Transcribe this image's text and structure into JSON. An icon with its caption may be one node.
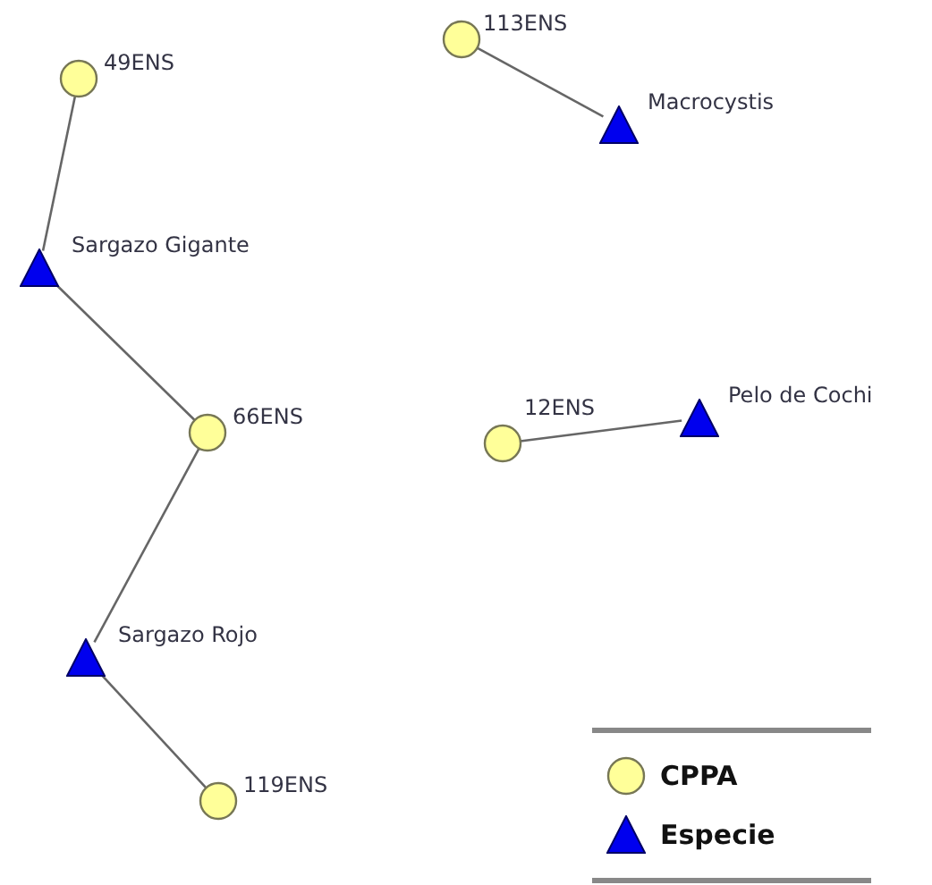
{
  "diagram": {
    "nodes": [
      {
        "text": [],
        "shape": "circle",
        "beside": [
          "113ENS"
        ]
      },
      {
        "text": [],
        "shape": "circle",
        "beside": [
          "49ENS"
        ]
      },
      {
        "text": [],
        "shape": "triangle",
        "beside": [
          "Macrocystis"
        ]
      },
      {
        "text": [],
        "shape": "triangle",
        "beside": [
          "Sargazo Gigante"
        ]
      },
      {
        "text": [],
        "shape": "circle",
        "beside": [
          "66ENS"
        ]
      },
      {
        "text": [],
        "shape": "triangle",
        "beside": [
          "Pelo de Cochi"
        ]
      },
      {
        "text": [],
        "shape": "circle",
        "beside": [
          "12ENS"
        ]
      },
      {
        "text": [],
        "shape": "triangle",
        "beside": [
          "Sargazo Rojo"
        ]
      },
      {
        "text": [],
        "shape": "circle",
        "beside": [
          "119ENS"
        ]
      }
    ],
    "edges": [
      {
        "from": 1,
        "to": 3,
        "arrow": "none"
      },
      {
        "from": 3,
        "to": 4,
        "arrow": "none"
      },
      {
        "from": 4,
        "to": 7,
        "arrow": "none"
      },
      {
        "from": 7,
        "to": 8,
        "arrow": "none"
      },
      {
        "from": 0,
        "to": 2,
        "arrow": "none"
      },
      {
        "from": 6,
        "to": 5,
        "arrow": "none"
      }
    ],
    "legend": [
      {
        "text": "CPPA"
      },
      {
        "text": "Especie"
      }
    ]
  }
}
